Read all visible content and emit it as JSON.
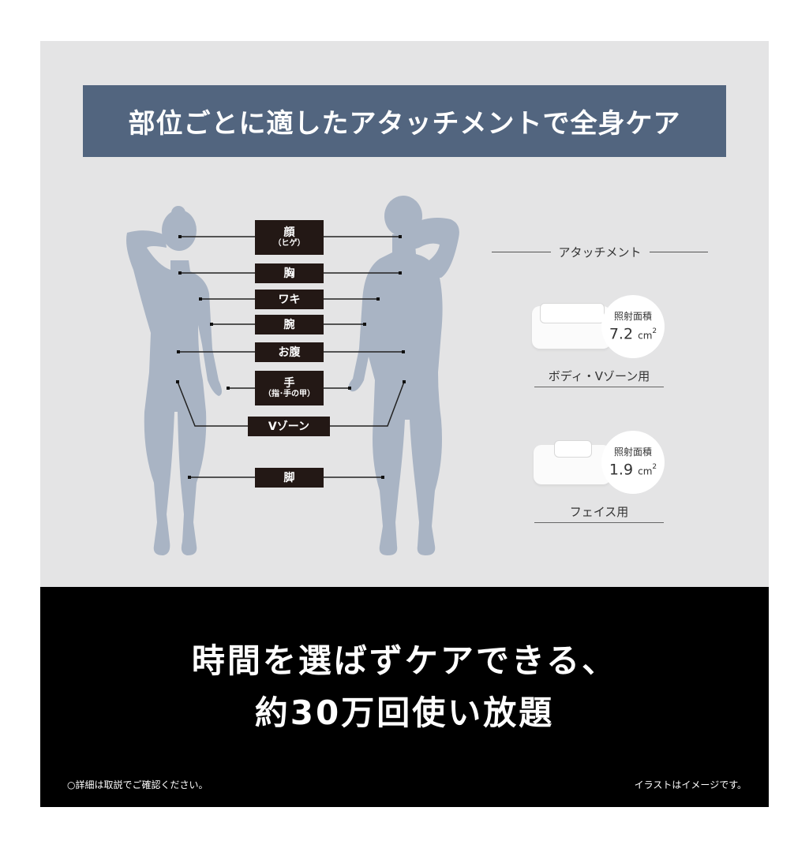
{
  "title": "部位ごとに適したアタッチメントで全身ケア",
  "body_parts": [
    {
      "main": "顔",
      "sub": "（ヒゲ）"
    },
    {
      "main": "胸",
      "sub": null
    },
    {
      "main": "ワキ",
      "sub": null
    },
    {
      "main": "腕",
      "sub": null
    },
    {
      "main": "お腹",
      "sub": null
    },
    {
      "main": "手",
      "sub": "（指･手の甲）"
    },
    {
      "main": "Vゾーン",
      "sub": null
    },
    {
      "main": "脚",
      "sub": null
    }
  ],
  "attachments": {
    "heading": "アタッチメント",
    "items": [
      {
        "area_label": "照射面積",
        "area_value": "7.2",
        "area_unit": "cm",
        "area_exp": "2",
        "name": "ボディ・Vゾーン用"
      },
      {
        "area_label": "照射面積",
        "area_value": "1.9",
        "area_unit": "cm",
        "area_exp": "2",
        "name": "フェイス用"
      }
    ]
  },
  "headline": {
    "line1": "時間を選ばずケアできる、",
    "line2": "約30万回使い放題"
  },
  "footnotes": {
    "left": "○詳細は取説でご確認ください。",
    "right": "イラストはイメージです。"
  },
  "colors": {
    "title_bar": "#52657f",
    "background_gray": "#e4e4e5",
    "silhouette": "#a9b4c4",
    "label_bg": "#231815",
    "bottom_band": "#000000"
  }
}
